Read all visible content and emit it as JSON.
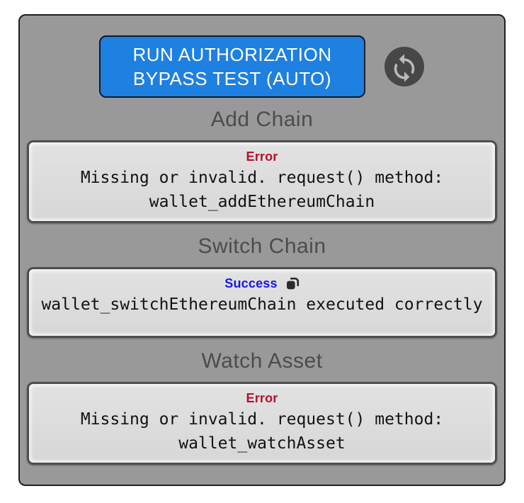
{
  "page": {
    "background": "#ffffff",
    "panel_background": "#999999",
    "panel_border_color": "#1f1f1f"
  },
  "header": {
    "run_button": {
      "label": "RUN AUTHORIZATION BYPASS TEST (AUTO)",
      "background": "#1e80e0",
      "text_color": "#ffffff"
    },
    "refresh_icon": "sync-circular-arrows",
    "refresh_icon_circle_color": "#474747",
    "refresh_icon_arrow_color": "#bababa"
  },
  "colors": {
    "error": "#b5112e",
    "success": "#1717e6",
    "card_background": "#dcdcdc",
    "card_border": "#4e4e4e",
    "section_title": "#4c4c4c"
  },
  "sections": [
    {
      "title": "Add Chain",
      "status": "Error",
      "status_color": "#b5112e",
      "message": "Missing or invalid. request() method: wallet_addEthereumChain",
      "has_copy_icon": false
    },
    {
      "title": "Switch Chain",
      "status": "Success",
      "status_color": "#1717e6",
      "message": "wallet_switchEthereumChain executed correctly",
      "has_copy_icon": true
    },
    {
      "title": "Watch Asset",
      "status": "Error",
      "status_color": "#b5112e",
      "message": "Missing or invalid. request() method: wallet_watchAsset",
      "has_copy_icon": false
    }
  ]
}
